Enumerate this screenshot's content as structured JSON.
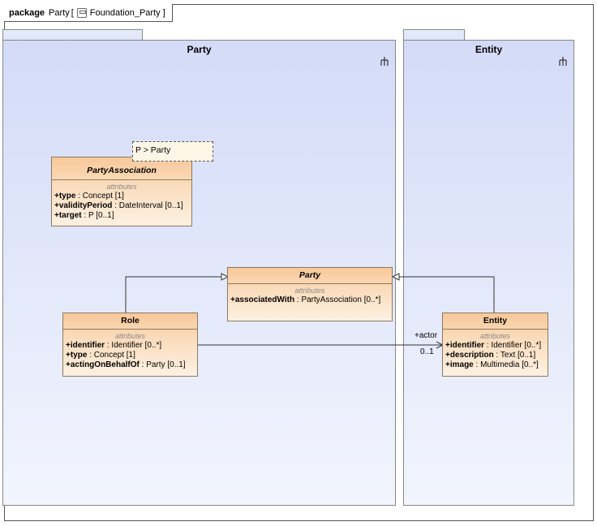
{
  "frame": {
    "keyword": "package",
    "name": "Party",
    "bracket_open": "[",
    "diagram_name": "Foundation_Party",
    "bracket_close": "]"
  },
  "packages": {
    "party": {
      "title": "Party"
    },
    "entity": {
      "title": "Entity"
    }
  },
  "classes": {
    "party_association": {
      "name": "PartyAssociation",
      "template_parameter": "P > Party",
      "compartment": "attributes",
      "attributes": [
        {
          "name": "+type",
          "type": ": Concept [1]"
        },
        {
          "name": "+validityPeriod",
          "type": ": DateInterval [0..1]"
        },
        {
          "name": "+target",
          "type": ": P [0..1]"
        }
      ]
    },
    "party": {
      "name": "Party",
      "compartment": "attributes",
      "attributes": [
        {
          "name": "+associatedWith",
          "type": ": PartyAssociation [0..*]"
        }
      ]
    },
    "role": {
      "name": "Role",
      "compartment": "attributes",
      "attributes": [
        {
          "name": "+identifier",
          "type": ": Identifier [0..*]"
        },
        {
          "name": "+type",
          "type": ": Concept [1]"
        },
        {
          "name": "+actingOnBehalfOf",
          "type": ": Party [0..1]"
        }
      ]
    },
    "entity": {
      "name": "Entity",
      "compartment": "attributes",
      "attributes": [
        {
          "name": "+identifier",
          "type": ": Identifier [0..*]"
        },
        {
          "name": "+description",
          "type": ": Text [0..1]"
        },
        {
          "name": "+image",
          "type": ": Multimedia [0..*]"
        }
      ]
    }
  },
  "association": {
    "role_name": "+actor",
    "multiplicity": "0..1"
  },
  "colors": {
    "package_fill": "#dfe5f8",
    "class_fill": "#f8c89a",
    "line": "#333333"
  }
}
